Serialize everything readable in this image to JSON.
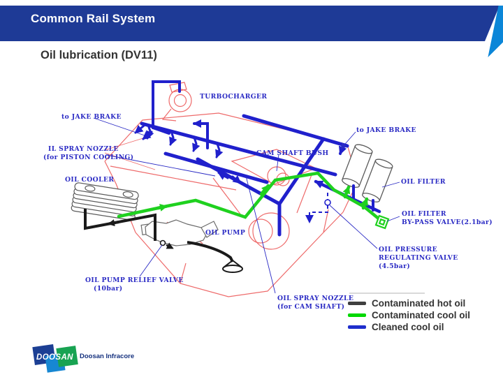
{
  "header": {
    "title": "Common Rail System",
    "bar_color": "#1e3a96",
    "flag_color": "#0b86d8"
  },
  "subtitle": "Oil lubrication (DV11)",
  "diagram": {
    "labels": {
      "turbocharger": "TURBOCHARGER",
      "to_jake_brake_left": "to JAKE BRAKE",
      "spray_nozzle_piston_line1": "IL SPRAY NOZZLE",
      "spray_nozzle_piston_line2": "(for PISTON COOLING)",
      "oil_cooler": "OIL COOLER",
      "cam_shaft_bush": "CAM SHAFT BUSH",
      "to_jake_brake_right": "to JAKE BRAKE",
      "oil_filter": "OIL FILTER",
      "oil_filter_bypass_line1": "OIL FILTER",
      "oil_filter_bypass_line2": "BY-PASS VALVE(2.1bar)",
      "oil_pump": "OIL PUMP",
      "oil_pressure_reg_line1": "OIL PRESSURE",
      "oil_pressure_reg_line2": "REGULATING VALVE",
      "oil_pressure_reg_line3": "(4.5bar)",
      "oil_pump_relief_line1": "OIL PUMP RELIEF VALVE",
      "oil_pump_relief_line2": "(10bar)",
      "oil_spray_nozzle_cam_line1": "OIL SPRAY NOZZLE",
      "oil_spray_nozzle_cam_line2": "(for CAM SHAFT)"
    },
    "colors": {
      "engine_outline": "#ee6a6a",
      "cleaned_oil_pipe": "#2020cc",
      "contaminated_cool_pipe": "#1fd11f",
      "contaminated_hot_pipe": "#1a1a1a",
      "component_outline": "#5a5a5a",
      "label_text": "#2a2ac4"
    }
  },
  "legend": {
    "items": [
      {
        "label": "Contaminated hot oil",
        "color": "#3f3f3f"
      },
      {
        "label": "Contaminated cool oil",
        "color": "#00d800"
      },
      {
        "label": "Cleaned cool oil",
        "color": "#1f2ecc"
      }
    ]
  },
  "footer": {
    "brand": "DOOSAN",
    "company": "Doosan Infracore"
  }
}
